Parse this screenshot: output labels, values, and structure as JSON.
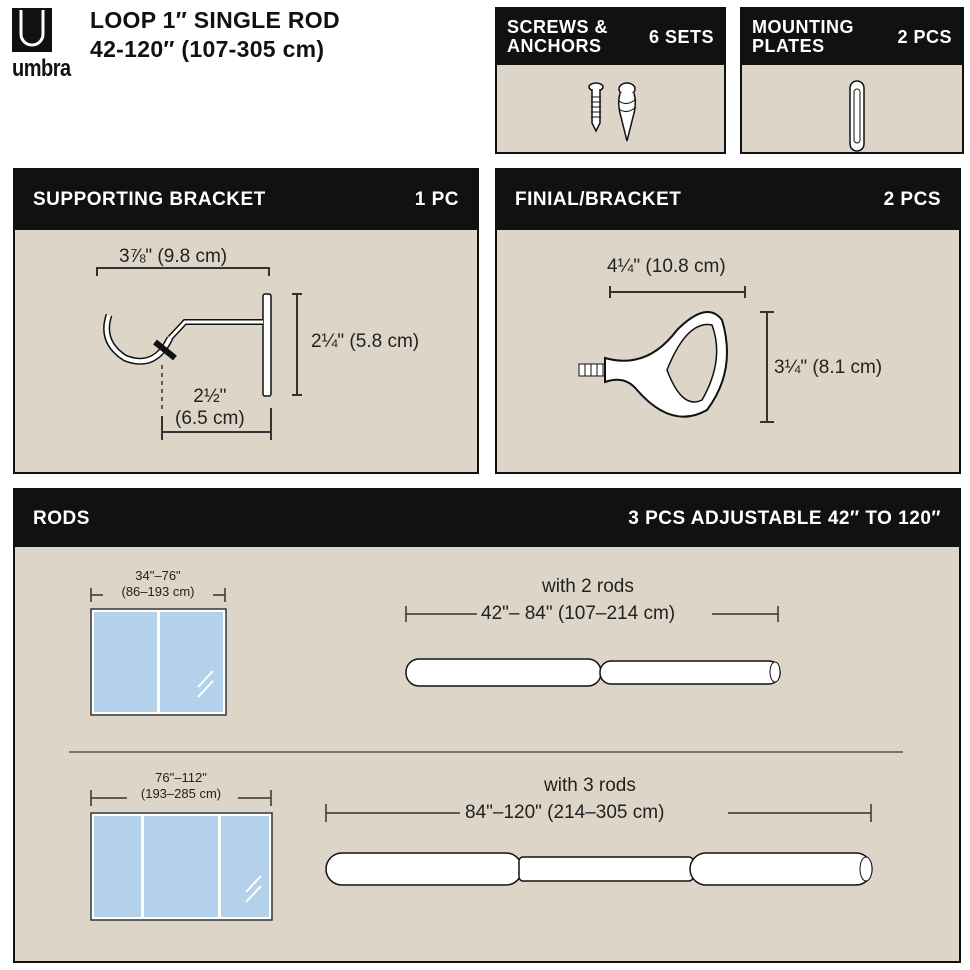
{
  "brand": {
    "logo_text": "umbra"
  },
  "title": {
    "line1": "LOOP 1″ SINGLE ROD",
    "line2": "42-120″ (107-305 cm)"
  },
  "screws": {
    "label_line1": "SCREWS &",
    "label_line2": "ANCHORS",
    "qty": "6 SETS"
  },
  "plates": {
    "label_line1": "MOUNTING",
    "label_line2": "PLATES",
    "qty": "2 PCS"
  },
  "bracket": {
    "label": "SUPPORTING BRACKET",
    "qty": "1 PC",
    "width": "3⅞\" (9.8 cm)",
    "height": "2¼\" (5.8 cm)",
    "depth_line1": "2½\"",
    "depth_line2": "(6.5 cm)"
  },
  "finial": {
    "label": "FINIAL/BRACKET",
    "qty": "2 PCS",
    "width": "4¼\" (10.8 cm)",
    "height": "3¼\" (8.1 cm)"
  },
  "rods": {
    "label": "RODS",
    "qty": "3 PCS ADJUSTABLE 42″ TO 120″",
    "options": [
      {
        "window_line1": "34\"–76\"",
        "window_line2": "(86–193 cm)",
        "caption": "with 2 rods",
        "length": "42\"– 84\" (107–214 cm)"
      },
      {
        "window_line1": "76\"–112\"",
        "window_line2": "(193–285 cm)",
        "caption": "with 3 rods",
        "length": "84\"–120\" (214–305 cm)"
      }
    ]
  },
  "colors": {
    "panel": "#ddd6c8",
    "header": "#111111",
    "glass": "#b3d1ea"
  }
}
